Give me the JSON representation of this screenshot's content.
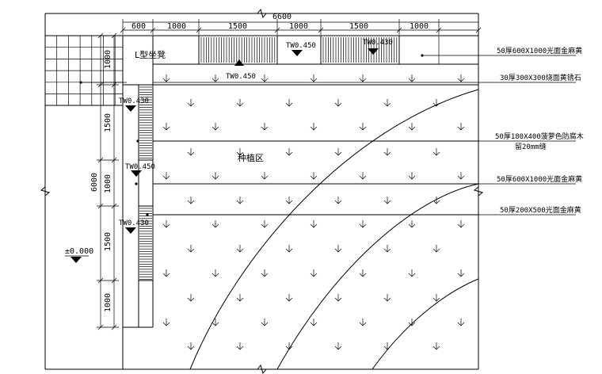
{
  "top_dimension": {
    "total": "6600",
    "segments": [
      "600",
      "1000",
      "1500",
      "1000",
      "1500",
      "1000"
    ]
  },
  "left_dimension": {
    "total": "6000",
    "segments": [
      "1000",
      "1500",
      "1000",
      "1500",
      "1000"
    ]
  },
  "level_markers": {
    "tw_top_upper": "TW0.450",
    "tw_top_lower": "TW0.450",
    "tw_top_right": "TW0.430",
    "tw_left_upper": "TW0.430",
    "tw_left_mid": "TW0.450",
    "tw_left_lower": "TW0.430",
    "ground": "±0.000"
  },
  "labels": {
    "seat_label": "L型坐凳",
    "planting_area": "种植区"
  },
  "callouts": [
    "50厚600X1000光面金麻黄",
    "30厚300X300烧面黄锈石",
    "50厚180X400菠萝色防腐木",
    "留20mm缝",
    "50厚600X1000光面金麻黄",
    "50厚200X500光面金麻黄"
  ]
}
